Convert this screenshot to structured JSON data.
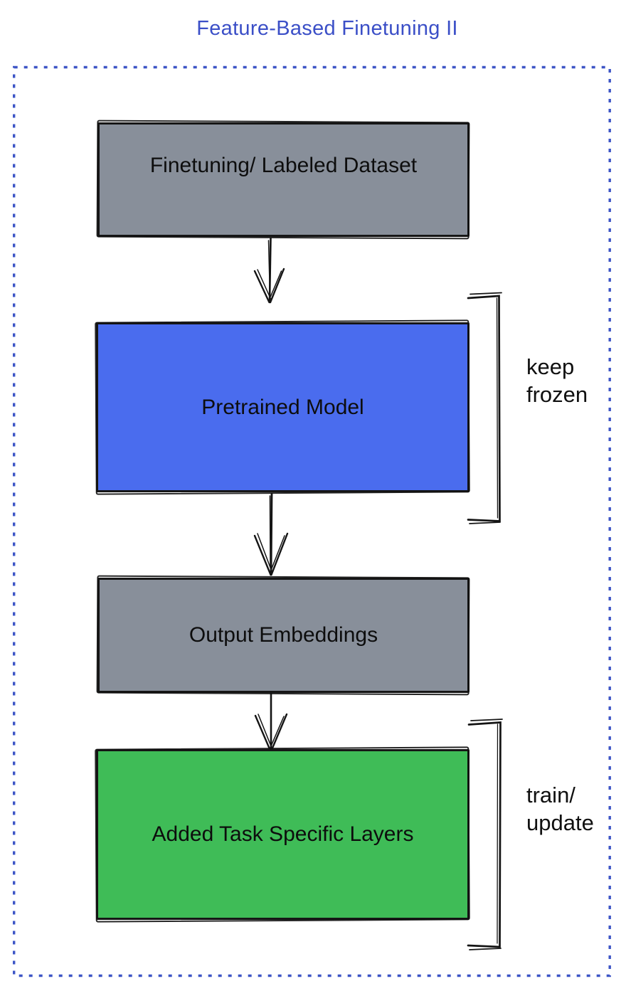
{
  "title": "Feature-Based Finetuning II",
  "boxes": {
    "dataset": {
      "label": "Finetuning/ Labeled Dataset",
      "fill": "#888f9a"
    },
    "pretrained": {
      "label": "Pretrained Model",
      "fill": "#4a6cee"
    },
    "embeddings": {
      "label": "Output Embeddings",
      "fill": "#888f9a"
    },
    "task_layers": {
      "label": "Added Task Specific Layers",
      "fill": "#3fbc57"
    }
  },
  "annotations": {
    "keep_frozen": {
      "line1": "keep",
      "line2": "frozen"
    },
    "train_update": {
      "line1": "train/",
      "line2": "update"
    }
  },
  "colors": {
    "title_blue": "#3b4fc7",
    "dashed_border_blue": "#3d55c6",
    "ink": "#141414",
    "gray_fill": "#888f9a",
    "blue_fill": "#4a6cee",
    "green_fill": "#3fbc57"
  }
}
